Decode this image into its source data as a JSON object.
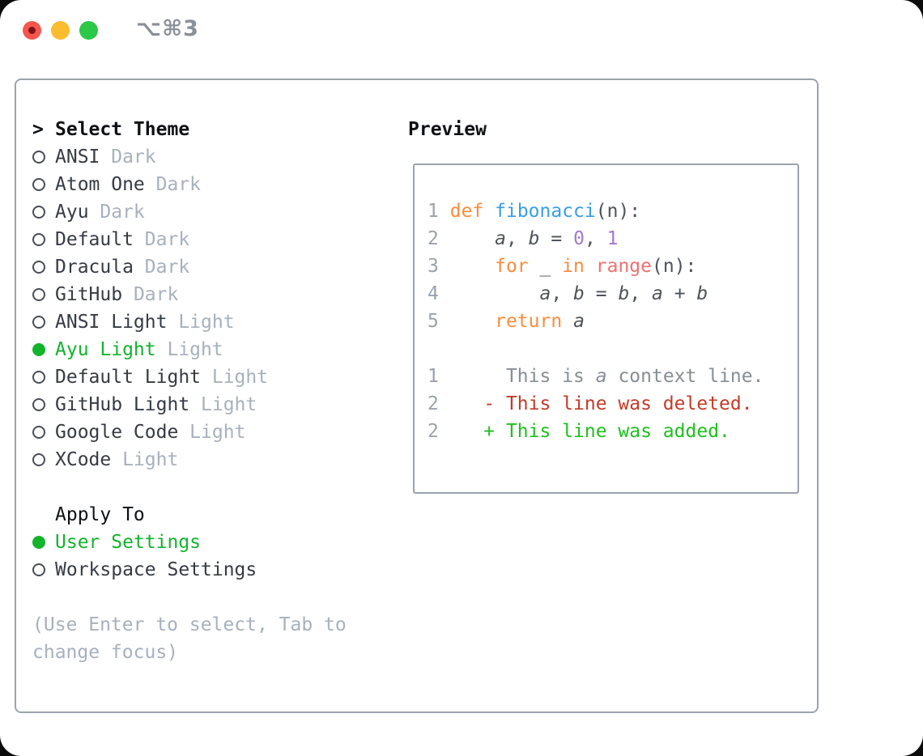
{
  "window": {
    "title": "⌥⌘3",
    "traffic_lights": {
      "close_color": "#f5574e",
      "close_unsaved_dot_color": "#7e1418",
      "minimize_color": "#fcbc2f",
      "zoom_color": "#2cc848"
    }
  },
  "colors": {
    "accent_selected_green": "#12b42c",
    "diff_added_green": "#1fc01f",
    "diff_deleted_red": "#c43a28",
    "keyword_orange": "#fa8d3e",
    "function_blue": "#399ee6",
    "constant_purple": "#a37acc",
    "builtin_coral": "#f07171",
    "muted_gray": "#a7b1bd",
    "border_gray": "#9ba3ad"
  },
  "theme_picker": {
    "caret": ">",
    "header": "Select Theme",
    "themes": [
      {
        "name": "ANSI",
        "tag": "Dark",
        "selected": false
      },
      {
        "name": "Atom One",
        "tag": "Dark",
        "selected": false
      },
      {
        "name": "Ayu",
        "tag": "Dark",
        "selected": false
      },
      {
        "name": "Default",
        "tag": "Dark",
        "selected": false
      },
      {
        "name": "Dracula",
        "tag": "Dark",
        "selected": false
      },
      {
        "name": "GitHub",
        "tag": "Dark",
        "selected": false
      },
      {
        "name": "ANSI Light",
        "tag": "Light",
        "selected": false
      },
      {
        "name": "Ayu Light",
        "tag": "Light",
        "selected": true
      },
      {
        "name": "Default Light",
        "tag": "Light",
        "selected": false
      },
      {
        "name": "GitHub Light",
        "tag": "Light",
        "selected": false
      },
      {
        "name": "Google Code",
        "tag": "Light",
        "selected": false
      },
      {
        "name": "XCode",
        "tag": "Light",
        "selected": false
      }
    ],
    "apply_to": {
      "label": "Apply To",
      "options": [
        {
          "name": "User Settings",
          "selected": true
        },
        {
          "name": "Workspace Settings",
          "selected": false
        }
      ]
    },
    "hint": "(Use Enter to select, Tab to change focus)"
  },
  "preview": {
    "title": "Preview",
    "lines": [
      {
        "num": "1",
        "tokens": [
          [
            " ",
            "fg"
          ],
          [
            "def",
            "kw"
          ],
          [
            " ",
            "fg"
          ],
          [
            "fibonacci",
            "fn"
          ],
          [
            "(n):",
            "fg"
          ]
        ]
      },
      {
        "num": "2",
        "tokens": [
          [
            "     ",
            "fg"
          ],
          [
            "a",
            "var"
          ],
          [
            ", ",
            "fg"
          ],
          [
            "b",
            "var"
          ],
          [
            " = ",
            "fg"
          ],
          [
            "0",
            "num"
          ],
          [
            ", ",
            "fg"
          ],
          [
            "1",
            "num"
          ]
        ]
      },
      {
        "num": "3",
        "tokens": [
          [
            "     ",
            "fg"
          ],
          [
            "for",
            "kw"
          ],
          [
            " _ ",
            "fg"
          ],
          [
            "in",
            "kw"
          ],
          [
            " ",
            "fg"
          ],
          [
            "range",
            "call"
          ],
          [
            "(n):",
            "fg"
          ]
        ]
      },
      {
        "num": "4",
        "tokens": [
          [
            "         ",
            "fg"
          ],
          [
            "a",
            "var"
          ],
          [
            ", ",
            "fg"
          ],
          [
            "b",
            "var"
          ],
          [
            " = ",
            "fg"
          ],
          [
            "b",
            "var"
          ],
          [
            ", ",
            "fg"
          ],
          [
            "a",
            "var"
          ],
          [
            " + ",
            "fg"
          ],
          [
            "b",
            "var"
          ]
        ]
      },
      {
        "num": "5",
        "tokens": [
          [
            "     ",
            "fg"
          ],
          [
            "return",
            "kw"
          ],
          [
            " ",
            "fg"
          ],
          [
            "a",
            "var"
          ]
        ]
      },
      {
        "num": "",
        "tokens": []
      },
      {
        "num": "1",
        "tokens": [
          [
            "      ",
            "ctx"
          ],
          [
            "This is ",
            "ctx"
          ],
          [
            "a",
            "ctxv"
          ],
          [
            " context line.",
            "ctx"
          ]
        ]
      },
      {
        "num": "2",
        "tokens": [
          [
            "    ",
            "fg"
          ],
          [
            "- This line was deleted.",
            "del"
          ]
        ]
      },
      {
        "num": "2",
        "tokens": [
          [
            "    ",
            "fg"
          ],
          [
            "+ This line was added.",
            "add"
          ]
        ]
      }
    ]
  }
}
